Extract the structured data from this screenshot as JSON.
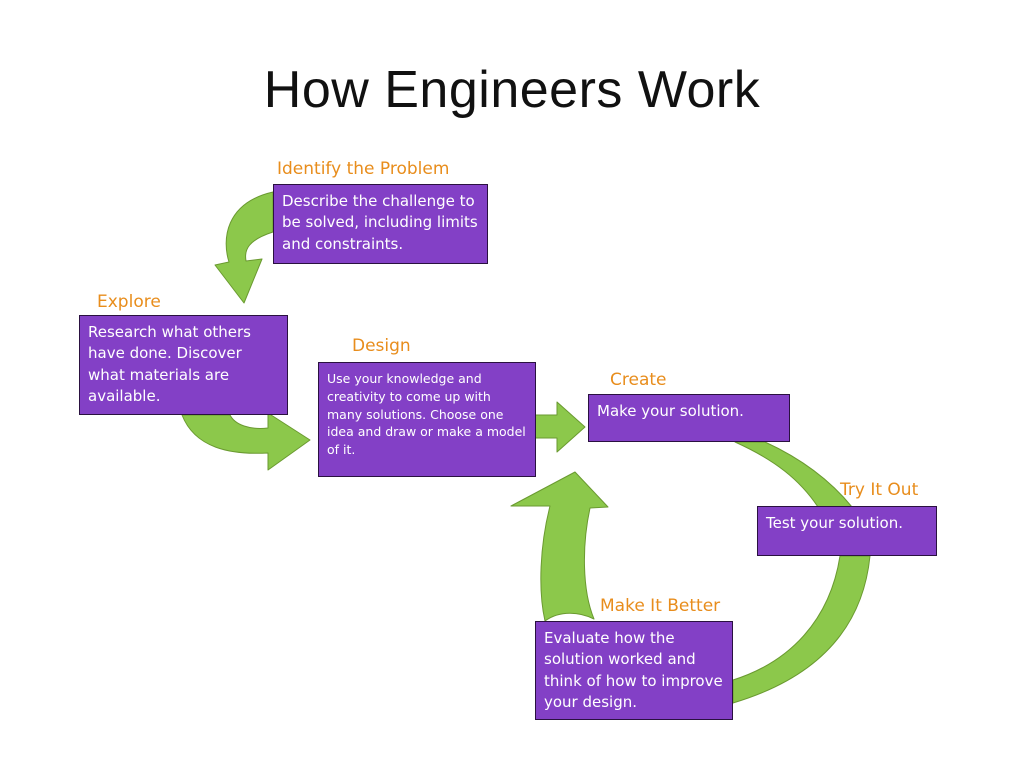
{
  "slide": {
    "title": "How Engineers Work"
  },
  "colors": {
    "background": "#ffffff",
    "box_fill": "#8340c6",
    "box_border": "#2a1140",
    "box_text": "#ffffff",
    "step_title": "#e88d1c",
    "arrow_fill": "#8cc84b",
    "arrow_stroke": "#6a9a30"
  },
  "steps": [
    {
      "id": "identify",
      "title": "Identify the Problem",
      "text": "Describe the challenge to be solved, including limits and constraints."
    },
    {
      "id": "explore",
      "title": "Explore",
      "text": "Research what others have done.  Discover what materials are available."
    },
    {
      "id": "design",
      "title": "Design",
      "text": "Use your knowledge and creativity to come up with many solutions.  Choose one idea and draw or make a model of it."
    },
    {
      "id": "create",
      "title": "Create",
      "text": "Make your solution."
    },
    {
      "id": "try",
      "title": "Try It Out",
      "text": "Test your solution."
    },
    {
      "id": "better",
      "title": "Make It Better",
      "text": "Evaluate how the solution worked and think of how to improve your design."
    }
  ]
}
